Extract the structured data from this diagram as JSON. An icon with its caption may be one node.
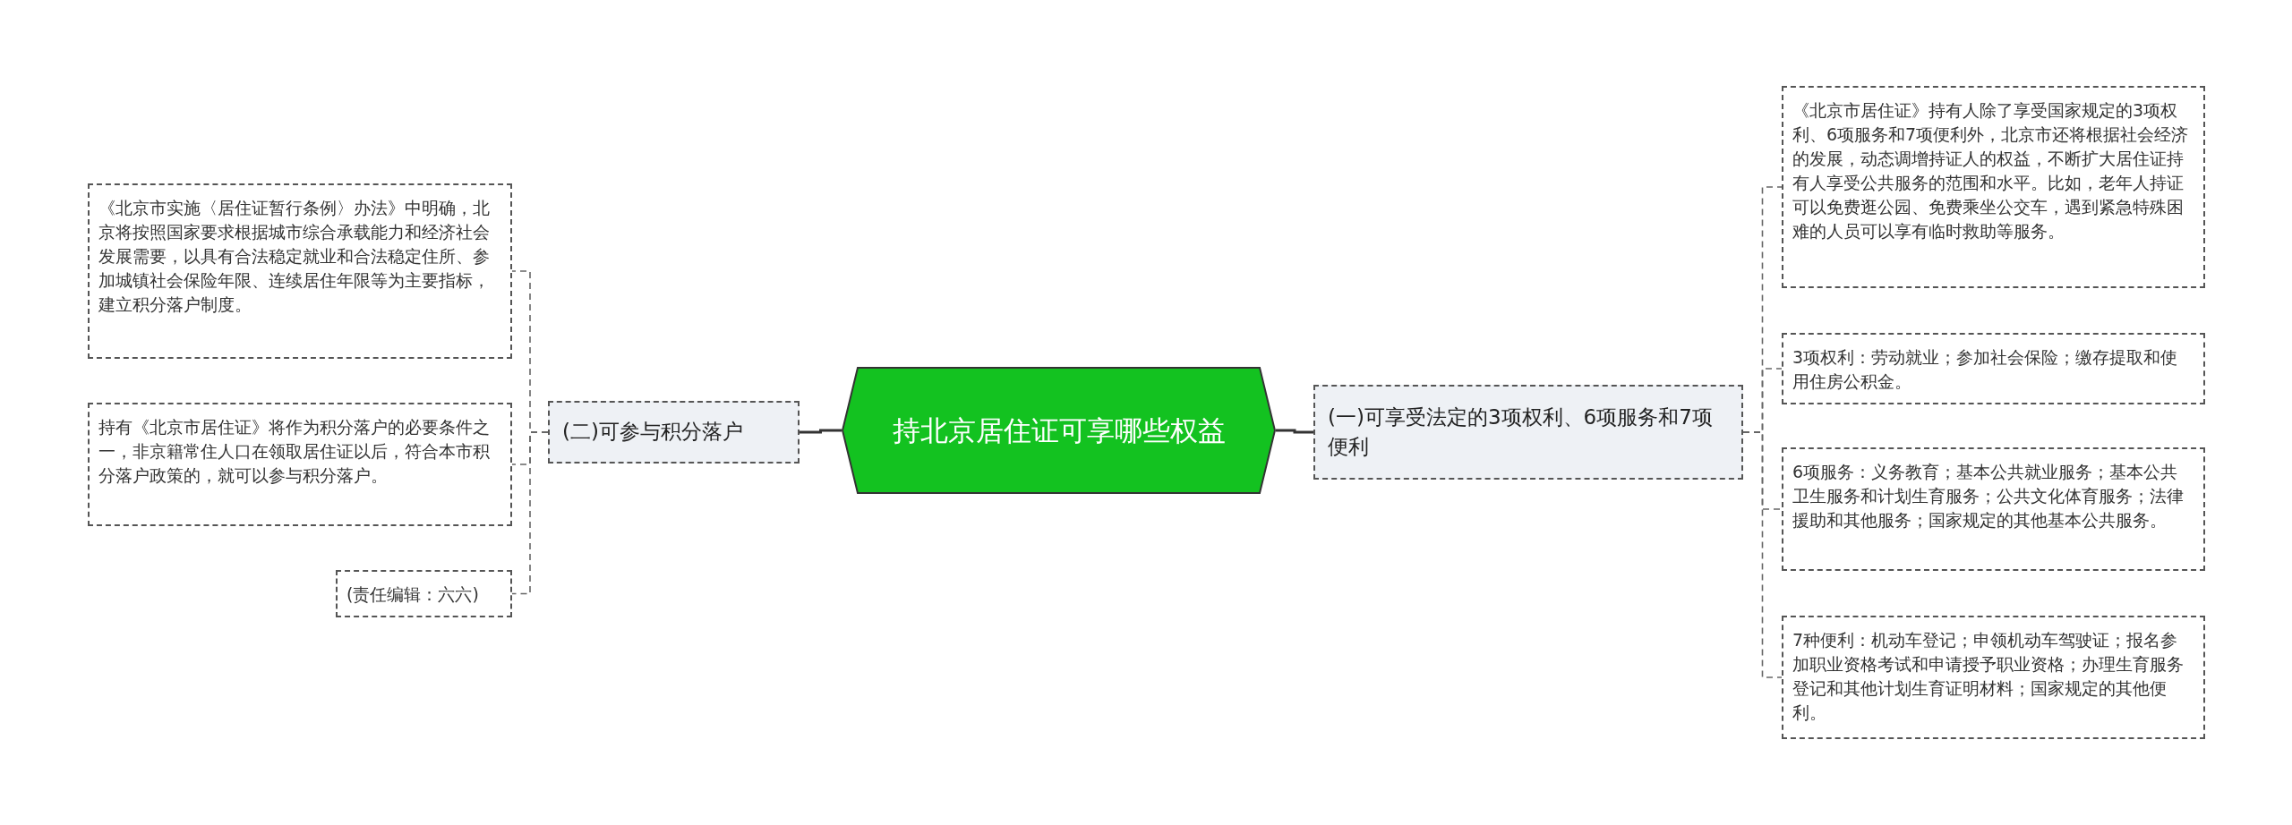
{
  "diagram": {
    "nodes": [
      {
        "text": [
          "持北京居住证可享哪些权益"
        ]
      },
      {
        "text": [
          "(二)可参与积分落户"
        ]
      },
      {
        "text": [
          "《北京市实施〈居住证暂行条例〉办法》中明确，北京将按照国家要求根据城市综合承载能力和经济社会发展需要，以具有合法稳定就业和合法稳定住所、参加城镇社会保险年限、连续居住年限等为主要指标，建立积分落户制度。"
        ]
      },
      {
        "text": [
          "持有《北京市居住证》将作为积分落户的必要条件之一，非京籍常住人口在领取居住证以后，符合本市积分落户政策的，就可以参与积分落户。"
        ]
      },
      {
        "text": [
          "(责任编辑：六六)"
        ]
      },
      {
        "text": [
          "(一)可享受法定的3项权利、6项服务和7项便利"
        ]
      },
      {
        "text": [
          "《北京市居住证》持有人除了享受国家规定的3项权利、6项服务和7项便利外，北京市还将根据社会经济的发展，动态调增持证人的权益，不断扩大居住证持有人享受公共服务的范围和水平。比如，老年人持证可以免费逛公园、免费乘坐公交车，遇到紧急特殊困难的人员可以享有临时救助等服务。"
        ]
      },
      {
        "text": [
          "3项权利：劳动就业；参加社会保险；缴存提取和使用住房公积金。"
        ]
      },
      {
        "text": [
          "6项服务：义务教育；基本公共就业服务；基本公共卫生服务和计划生育服务；公共文化体育服务；法律援助和其他服务；国家规定的其他基本公共服务。"
        ]
      },
      {
        "text": [
          "7种便利：机动车登记；申领机动车驾驶证；报名参加职业资格考试和申请授予职业资格；办理生育服务登记和其他计划生育证明材料；国家规定的其他便利。"
        ]
      }
    ],
    "edges": [
      {
        "from": 0,
        "to": 1,
        "arrow": "none"
      },
      {
        "from": 1,
        "to": 2,
        "arrow": "none",
        "style": "dashed"
      },
      {
        "from": 1,
        "to": 3,
        "arrow": "none",
        "style": "dashed"
      },
      {
        "from": 1,
        "to": 4,
        "arrow": "none",
        "style": "dashed"
      },
      {
        "from": 0,
        "to": 5,
        "arrow": "none"
      },
      {
        "from": 5,
        "to": 6,
        "arrow": "none",
        "style": "dashed"
      },
      {
        "from": 5,
        "to": 7,
        "arrow": "none",
        "style": "dashed"
      },
      {
        "from": 5,
        "to": 8,
        "arrow": "none",
        "style": "dashed"
      },
      {
        "from": 5,
        "to": 9,
        "arrow": "none",
        "style": "dashed"
      }
    ]
  }
}
